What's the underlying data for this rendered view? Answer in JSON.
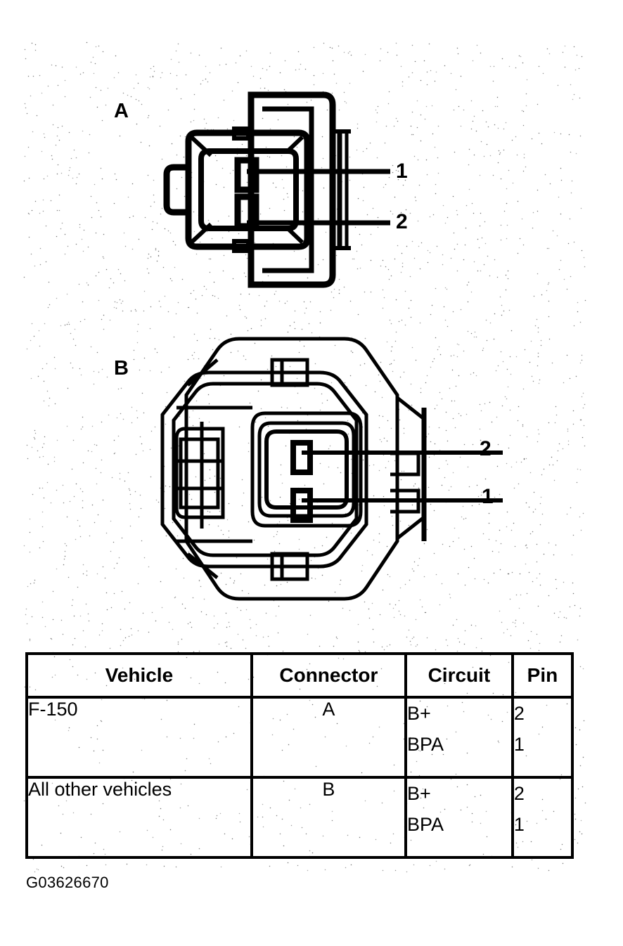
{
  "figure": {
    "id_caption": "G03626670",
    "connector_a_label": "A",
    "connector_b_label": "B",
    "connector_a_pins": [
      {
        "number": "1",
        "position": "top"
      },
      {
        "number": "2",
        "position": "bottom"
      }
    ],
    "connector_b_pins": [
      {
        "number": "2",
        "position": "top"
      },
      {
        "number": "1",
        "position": "bottom"
      }
    ]
  },
  "table": {
    "headers": [
      "Vehicle",
      "Connector",
      "Circuit",
      "Pin"
    ],
    "rows": [
      {
        "vehicle": "F-150",
        "connector": "A",
        "circuit_lines": [
          "B+",
          "BPA"
        ],
        "pin_lines": [
          "2",
          "1"
        ]
      },
      {
        "vehicle": "All other vehicles",
        "connector": "B",
        "circuit_lines": [
          "B+",
          "BPA"
        ],
        "pin_lines": [
          "2",
          "1"
        ]
      }
    ]
  },
  "colors": {
    "ink": "#000000",
    "paper": "#ffffff"
  }
}
